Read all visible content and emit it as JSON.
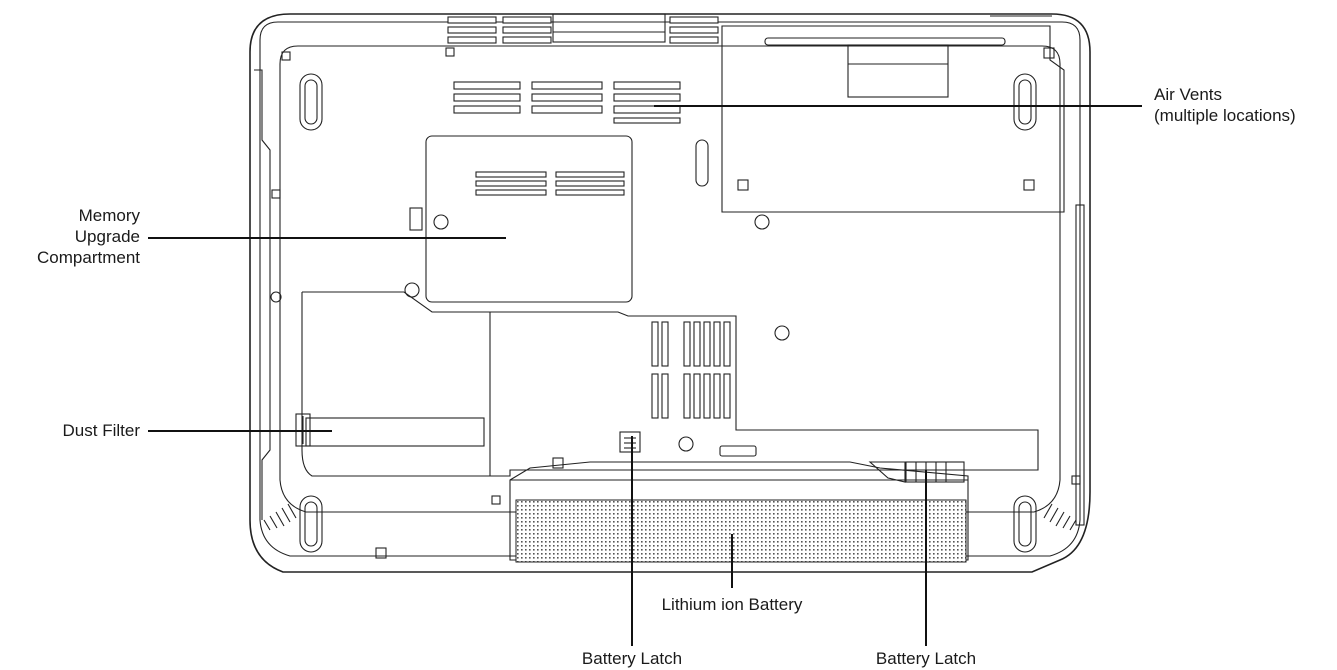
{
  "callouts": {
    "air_vents": {
      "line1": "Air Vents",
      "line2": "(multiple locations)"
    },
    "memory": {
      "line1": "Memory",
      "line2": "Upgrade",
      "line3": "Compartment"
    },
    "dust_filter": {
      "label": "Dust Filter"
    },
    "battery": {
      "label": "Lithium ion Battery"
    },
    "latch_left": {
      "label": "Battery Latch"
    },
    "latch_right": {
      "label": "Battery Latch"
    }
  },
  "colors": {
    "outline": "#222222",
    "background": "#ffffff"
  }
}
